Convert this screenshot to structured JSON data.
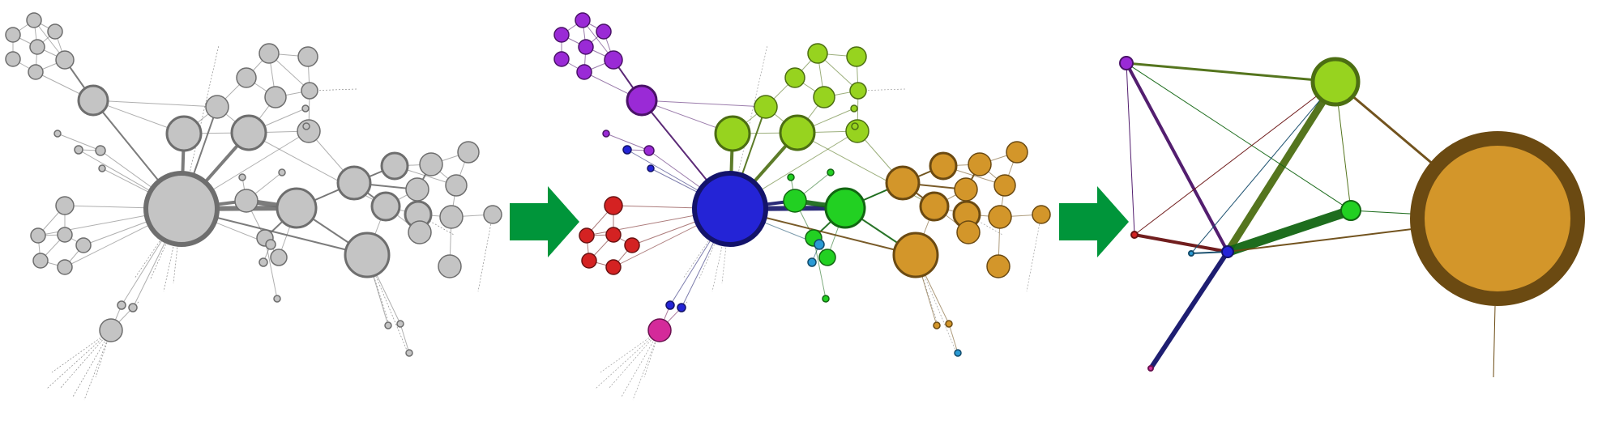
{
  "colors": {
    "background": "#ffffff",
    "gray_fill": "#c4c4c4",
    "gray_stroke": "#6e6e6e",
    "arrow": "#00953a",
    "blue_fill": "#2424d6",
    "blue_stroke": "#13136a",
    "lime_fill": "#97d31f",
    "lime_stroke": "#4c6e12",
    "green_fill": "#22d022",
    "green_stroke": "#126612",
    "orange_fill": "#d3962a",
    "orange_stroke": "#6b4a12",
    "purple_fill": "#9a2ad6",
    "purple_stroke": "#4a1268",
    "red_fill": "#d42222",
    "red_stroke": "#6a1212",
    "magenta_fill": "#d42a9a",
    "magenta_stroke": "#6a1250",
    "cyan_fill": "#2a9ad4",
    "cyan_stroke": "#124a6a"
  },
  "icons": [
    "right-arrow-icon",
    "right-arrow-icon"
  ],
  "panels": [
    {
      "name": "original-network",
      "style": "gray"
    },
    {
      "name": "community-network",
      "style": "colored"
    },
    {
      "name": "aggregated-network",
      "style": "colored"
    }
  ]
}
